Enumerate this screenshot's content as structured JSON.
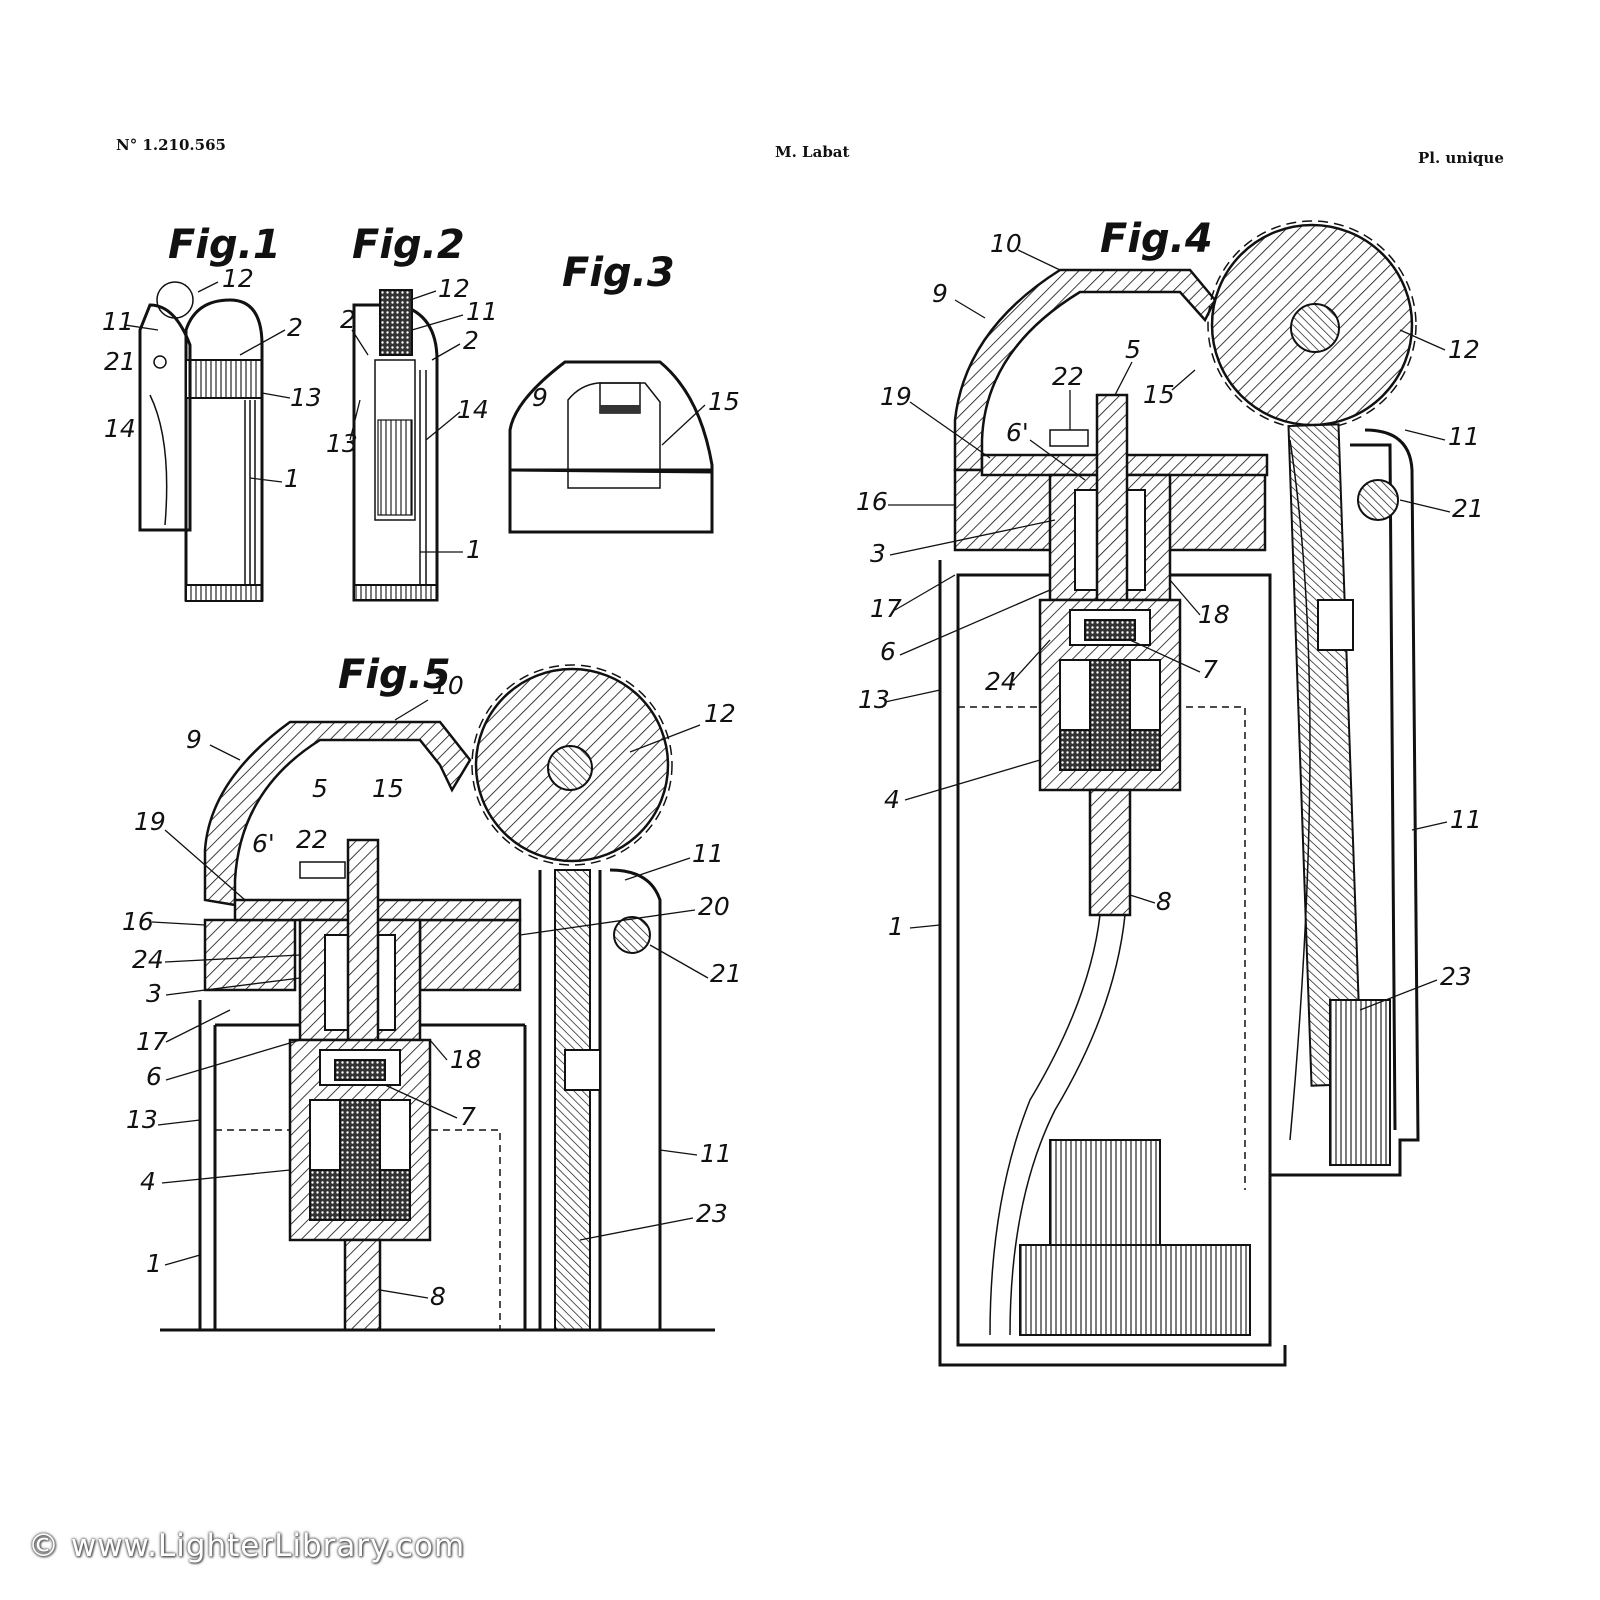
{
  "header": {
    "patent_number": "N° 1.210.565",
    "author": "M. Labat",
    "plate": "Pl. unique"
  },
  "figures": {
    "fig1": {
      "title": "Fig.1",
      "refs": [
        "12",
        "11",
        "2",
        "21",
        "13",
        "14",
        "1"
      ]
    },
    "fig2": {
      "title": "Fig.2",
      "refs": [
        "12",
        "2",
        "11",
        "2",
        "13",
        "14",
        "1"
      ]
    },
    "fig3": {
      "title": "Fig.3",
      "refs": [
        "9",
        "15"
      ]
    },
    "fig4": {
      "title": "Fig.4",
      "refs": [
        "10",
        "9",
        "5",
        "22",
        "15",
        "12",
        "19",
        "6'",
        "11",
        "16",
        "21",
        "3",
        "17",
        "18",
        "6",
        "24",
        "7",
        "13",
        "4",
        "11",
        "8",
        "1",
        "23"
      ]
    },
    "fig5": {
      "title": "Fig.5",
      "refs": [
        "10",
        "12",
        "9",
        "5",
        "15",
        "22",
        "6'",
        "19",
        "11",
        "16",
        "20",
        "24",
        "21",
        "3",
        "17",
        "18",
        "6",
        "7",
        "13",
        "11",
        "4",
        "23",
        "1",
        "8"
      ]
    }
  },
  "watermark": "© www.LighterLibrary.com"
}
